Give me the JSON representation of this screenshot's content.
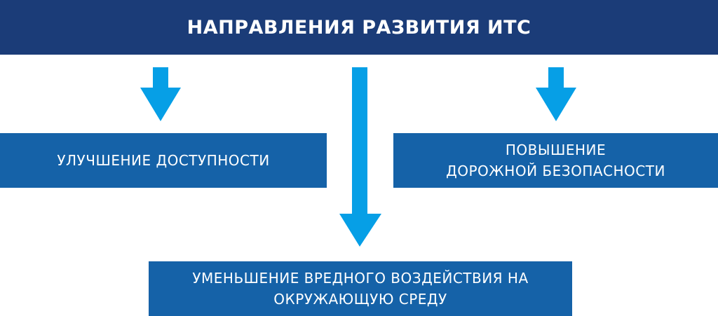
{
  "title": "НАПРАВЛЕНИЯ РАЗВИТИЯ ИТС",
  "boxes": {
    "left": {
      "line1": "УЛУЧШЕНИЕ ДОСТУПНОСТИ"
    },
    "right": {
      "line1": "ПОВЫШЕНИЕ",
      "line2": "ДОРОЖНОЙ БЕЗОПАСНОСТИ"
    },
    "bottom": {
      "line1": "УМЕНЬШЕНИЕ ВРЕДНОГО ВОЗДЕЙСТВИЯ НА",
      "line2": "ОКРУЖАЮЩУЮ СРЕДУ"
    }
  },
  "colors": {
    "header": "#1b3c78",
    "box": "#1562a8",
    "arrow": "#069fe6"
  }
}
